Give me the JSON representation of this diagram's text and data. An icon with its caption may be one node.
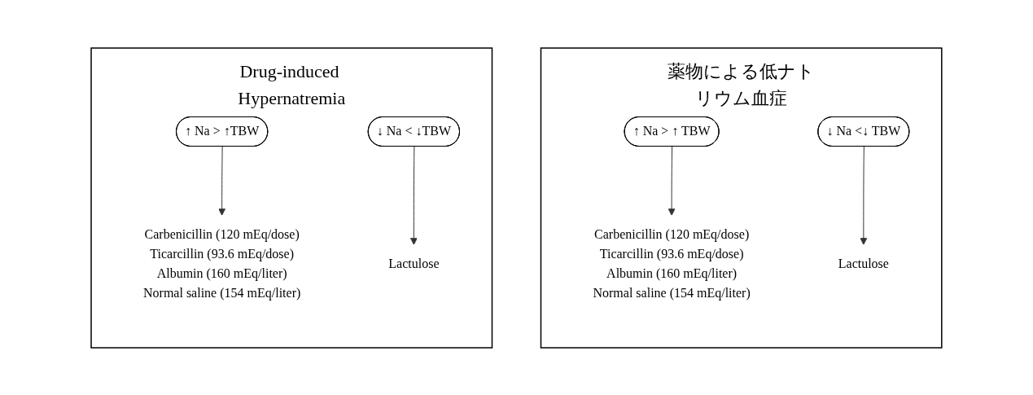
{
  "diagram": {
    "nodes": [
      {
        "text": [
          "Drug-induced Hypernatremia"
        ]
      },
      {
        "text": [
          "↑ Na > ↑TBW"
        ],
        "in": 0
      },
      {
        "text": [
          "↓ Na < ↓TBW"
        ],
        "in": 0
      },
      {
        "text": [
          "Carbenicillin (120 mEq/dose)",
          "Ticarcillin (93.6 mEq/dose)",
          "Albumin (160 mEq/liter)",
          "Normal saline (154 mEq/liter)"
        ],
        "in": 0
      },
      {
        "text": [
          "Lactulose"
        ],
        "in": 0
      },
      {
        "text": [
          "薬物による低ナトリウム血症"
        ]
      },
      {
        "text": [
          "↑ Na > ↑ TBW"
        ],
        "in": 5
      },
      {
        "text": [
          "↓ Na <↓ TBW"
        ],
        "in": 5
      },
      {
        "text": [
          "Carbenicillin (120 mEq/dose)",
          "Ticarcillin (93.6 mEq/dose)",
          "Albumin (160 mEq/liter)",
          "Normal saline (154 mEq/liter)"
        ],
        "in": 5
      },
      {
        "text": [
          "Lactulose"
        ],
        "in": 5
      }
    ],
    "edges": [
      {
        "from": 1,
        "to": 3,
        "arrow": "to"
      },
      {
        "from": 2,
        "to": 4,
        "arrow": "to"
      },
      {
        "from": 6,
        "to": 8,
        "arrow": "to"
      },
      {
        "from": 7,
        "to": 9,
        "arrow": "to"
      }
    ]
  }
}
